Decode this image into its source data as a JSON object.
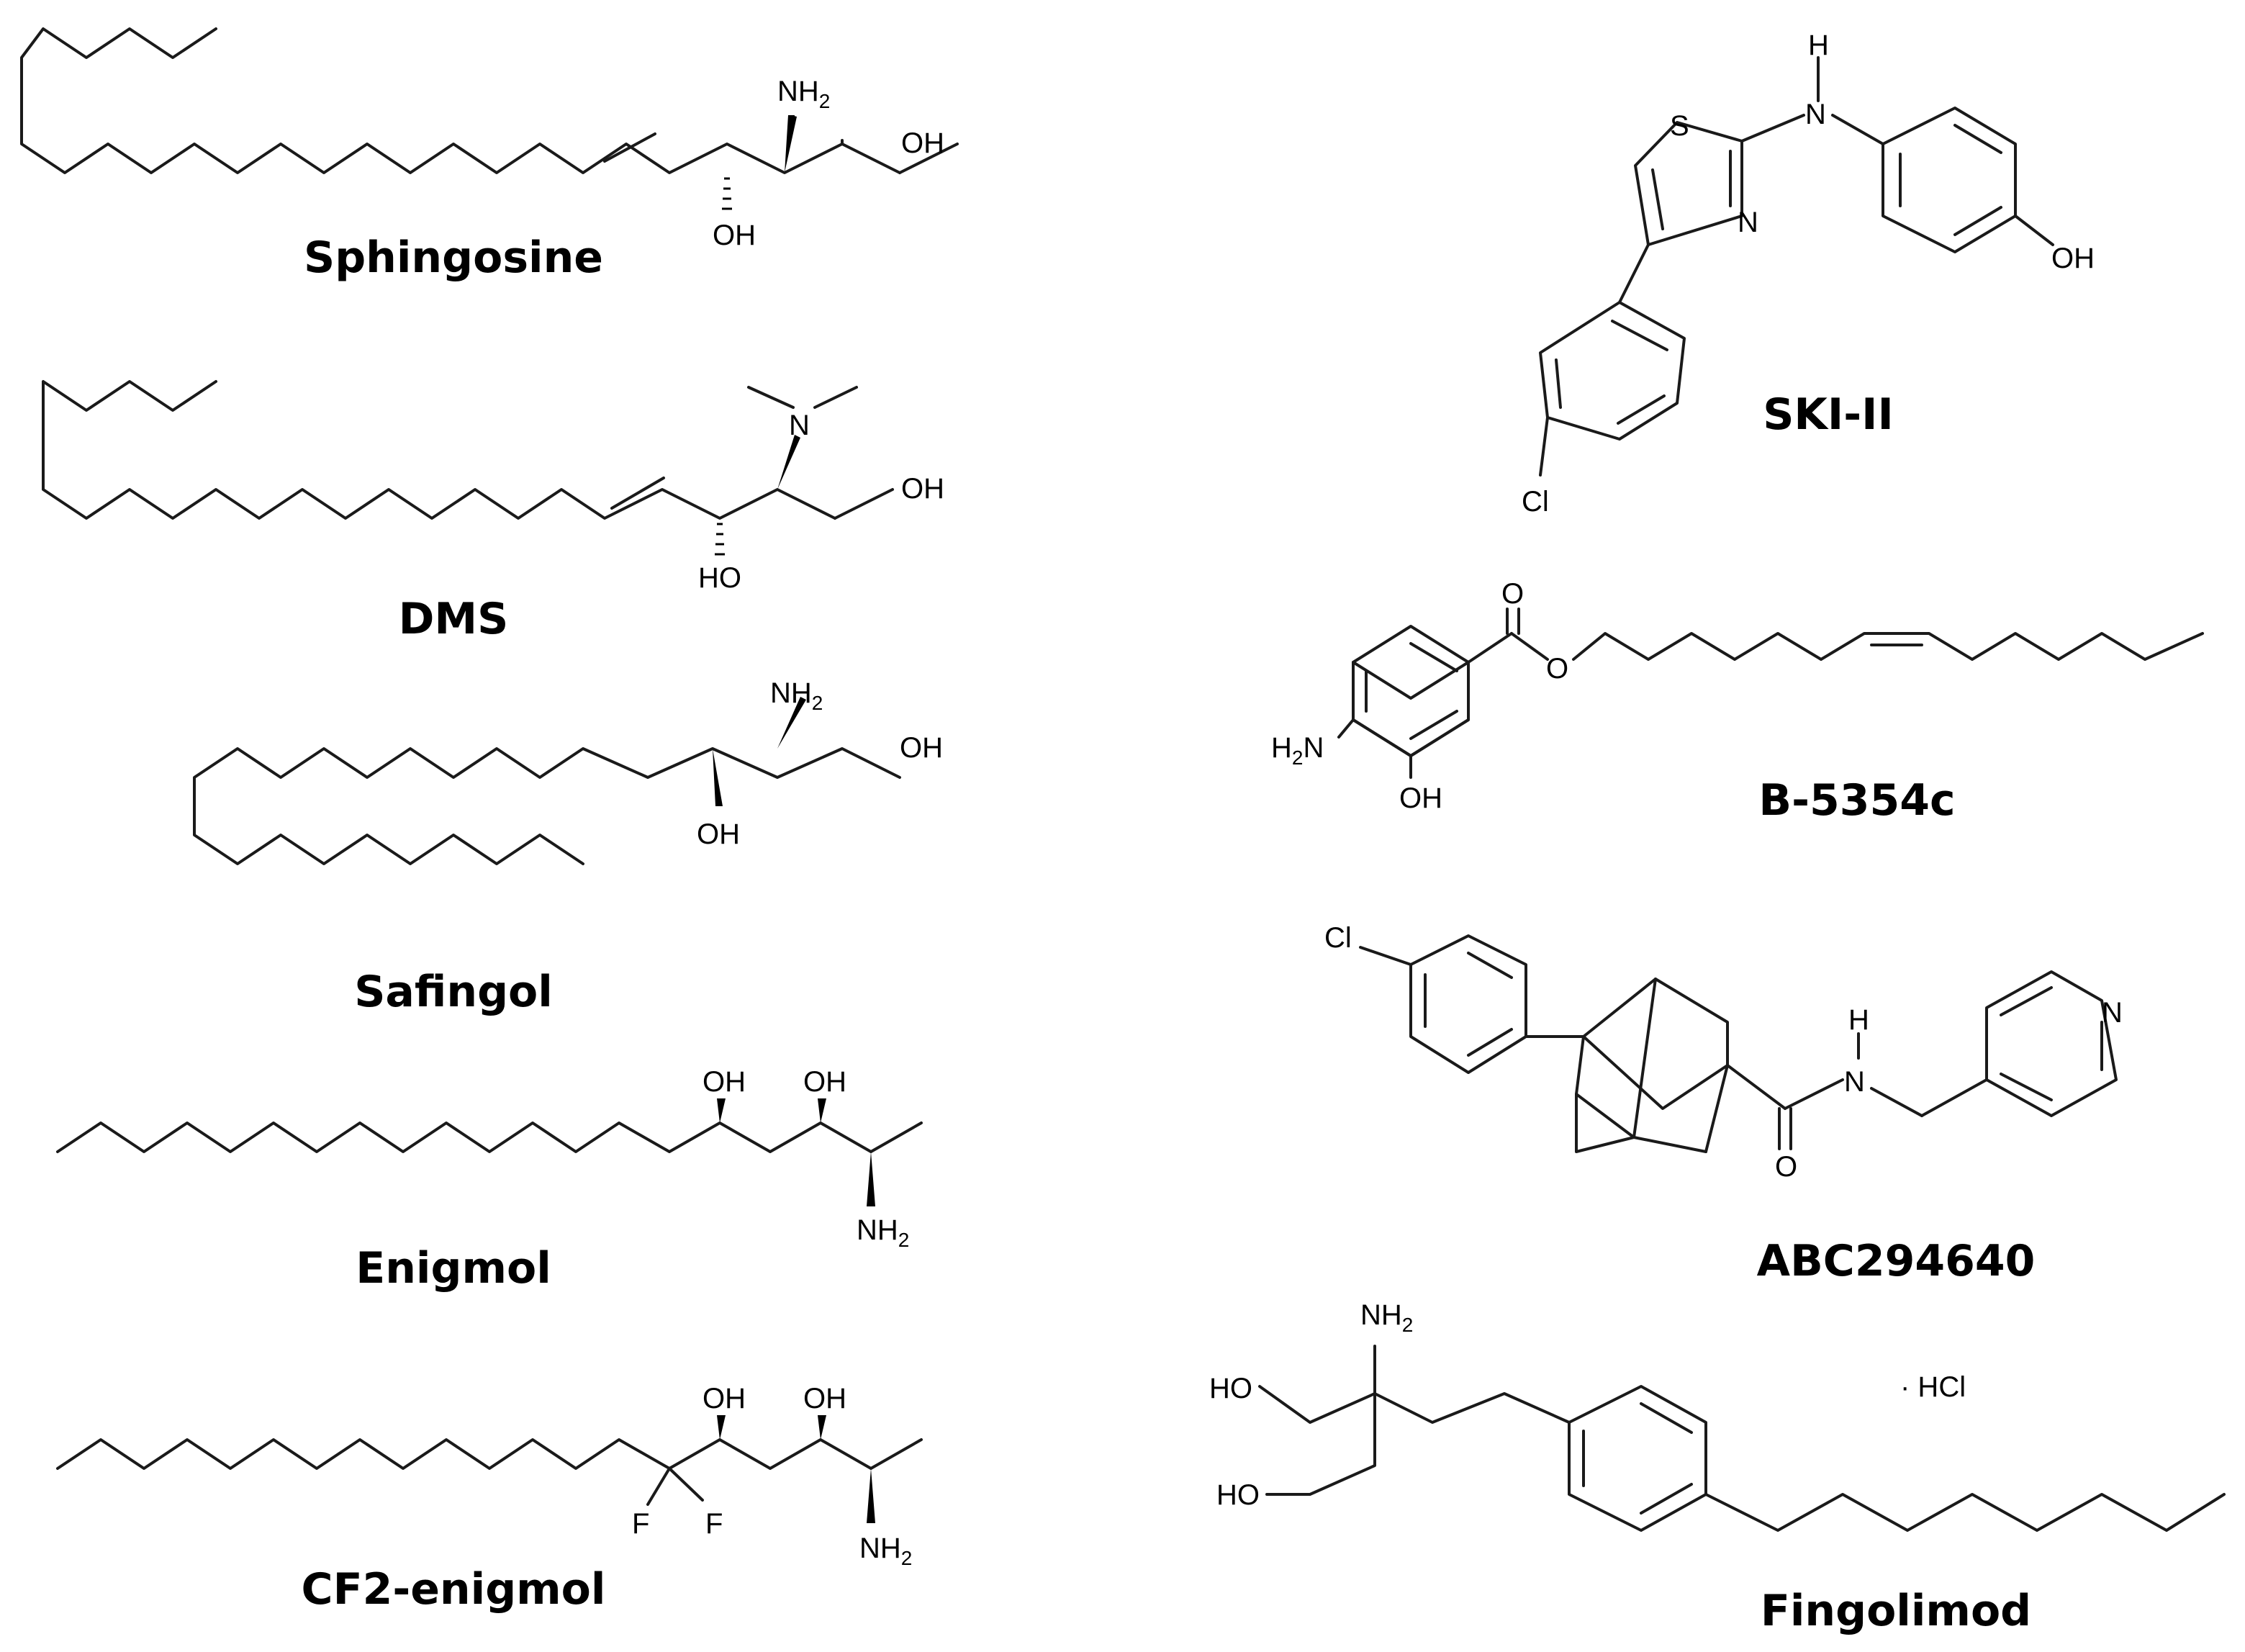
{
  "figure": {
    "compounds": [
      {
        "id": "sphingosine",
        "name": "Sphingosine",
        "atom_labels": [
          "NH",
          "OH",
          "OH"
        ]
      },
      {
        "id": "dms",
        "name": "DMS",
        "atom_labels": [
          "N",
          "OH",
          "HO"
        ]
      },
      {
        "id": "safingol",
        "name": "Safingol",
        "atom_labels": [
          "NH",
          "OH",
          "OH"
        ]
      },
      {
        "id": "enigmol",
        "name": "Enigmol",
        "atom_labels": [
          "OH",
          "OH",
          "NH"
        ]
      },
      {
        "id": "cf2enigmol",
        "name": "CF2-enigmol",
        "atom_labels": [
          "OH",
          "OH",
          "NH",
          "F",
          "F"
        ]
      },
      {
        "id": "skiii",
        "name": "SKI-II",
        "atom_labels": [
          "H",
          "N",
          "S",
          "N",
          "OH",
          "Cl"
        ]
      },
      {
        "id": "b5354c",
        "name": "B-5354c",
        "atom_labels": [
          "O",
          "O",
          "H",
          "N",
          "OH"
        ]
      },
      {
        "id": "abc294640",
        "name": "ABC294640",
        "atom_labels": [
          "Cl",
          "H",
          "N",
          "O",
          "N"
        ]
      },
      {
        "id": "fingolimod",
        "name": "Fingolimod",
        "atom_labels": [
          "NH",
          "HO",
          "HO",
          "· HCl"
        ]
      }
    ],
    "subscript": "2"
  }
}
